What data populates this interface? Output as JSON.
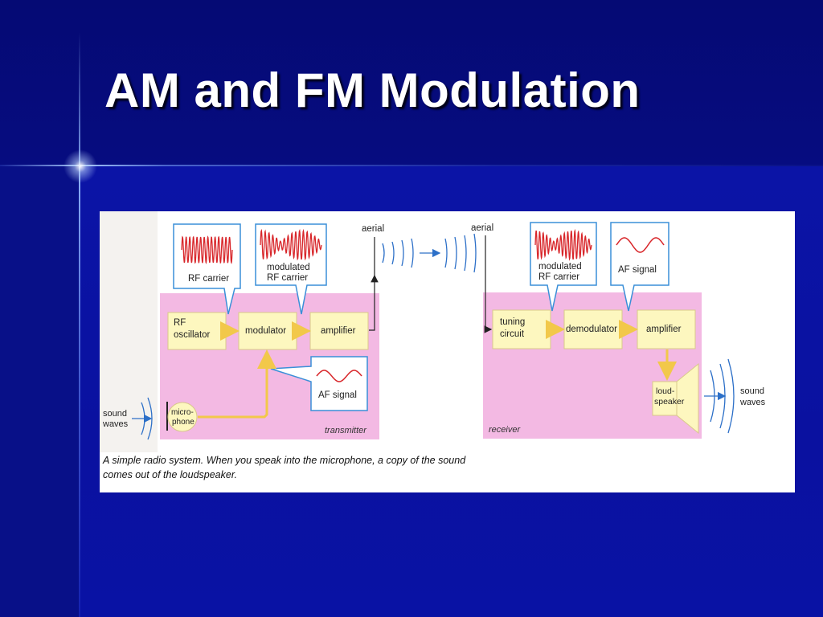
{
  "slide": {
    "title": "AM and FM Modulation"
  },
  "figure": {
    "transmitter": {
      "section_label": "transmitter",
      "rf_oscillator": "RF oscillator",
      "modulator": "modulator",
      "amplifier": "amplifier",
      "microphone": "micro-phone",
      "rf_carrier_callout": "RF carrier",
      "modulated_callout": "modulated RF carrier",
      "af_signal_callout": "AF signal",
      "aerial": "aerial",
      "sound_waves": "sound waves"
    },
    "receiver": {
      "section_label": "receiver",
      "tuning_circuit": "tuning circuit",
      "demodulator": "demodulator",
      "amplifier": "amplifier",
      "loudspeaker": "loud-speaker",
      "modulated_callout": "modulated RF carrier",
      "af_signal_callout": "AF signal",
      "aerial": "aerial",
      "sound_waves": "sound waves"
    },
    "caption_line1": "A simple radio system. When you speak into the microphone, a copy of the sound",
    "caption_line2": "comes out of the loudspeaker.",
    "colors": {
      "section_bg": "#f3b9e3",
      "block_fill": "#fdf7bf",
      "callout_border": "#3a8fd8",
      "wave_red": "#d8262a",
      "signal_arrow": "#f2c84a",
      "radio_wave_blue": "#2d70c8"
    }
  }
}
